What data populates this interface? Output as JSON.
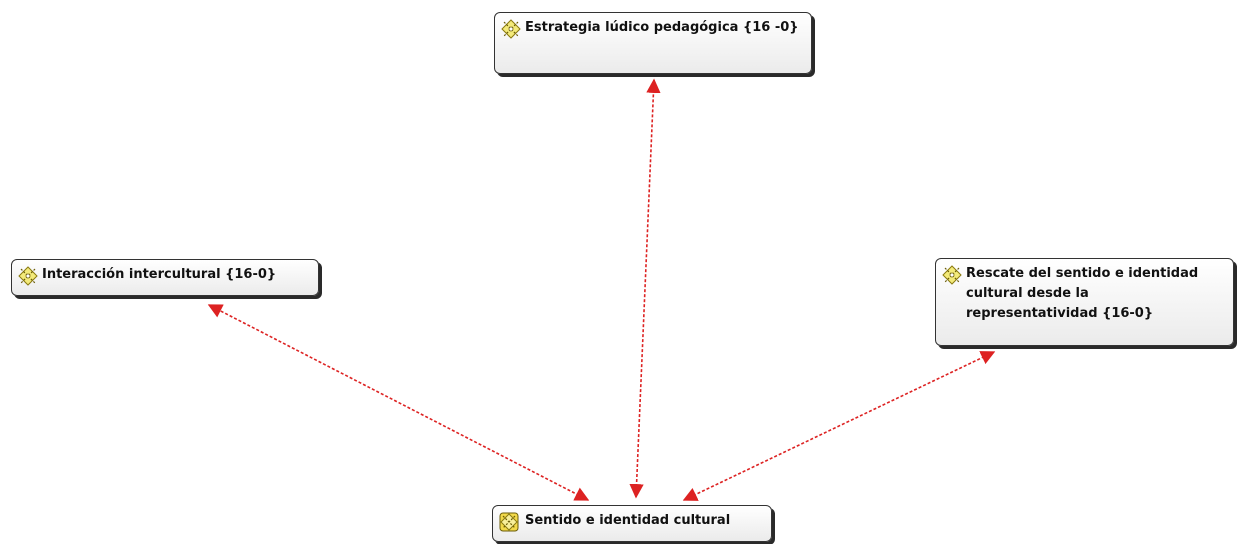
{
  "diagram": {
    "nodes": [
      {
        "id": "estrategia",
        "label": "Estrategia lúdico pedagógica {16 -0}",
        "icon": "code-icon"
      },
      {
        "id": "interaccion",
        "label": "Interacción intercultural {16-0}",
        "icon": "code-icon"
      },
      {
        "id": "rescate",
        "label": "Rescate del sentido e identidad cultural desde la representatividad {16-0}",
        "icon": "code-icon"
      },
      {
        "id": "sentido",
        "label": "Sentido e identidad cultural",
        "icon": "code-icon-highlighted"
      }
    ],
    "edges": [
      {
        "from": "sentido",
        "to": "estrategia",
        "style": "dashed",
        "direction": "both"
      },
      {
        "from": "sentido",
        "to": "interaccion",
        "style": "dashed",
        "direction": "both"
      },
      {
        "from": "sentido",
        "to": "rescate",
        "style": "dashed",
        "direction": "both"
      }
    ],
    "colors": {
      "edge": "#dd2222",
      "node_border": "#333333",
      "icon_fill": "#f3ea7a",
      "icon_fill_highlighted": "#f2d94a"
    }
  }
}
